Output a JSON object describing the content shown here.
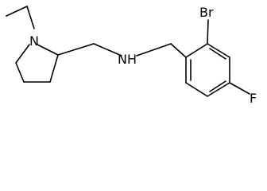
{
  "molecule": {
    "atoms": {
      "nitrogen_ring": "N",
      "nitrogen_amine": "NH",
      "bromine": "Br",
      "fluorine": "F"
    },
    "colors": {
      "bond": "#000000",
      "label": "#000000",
      "background": "#ffffff"
    }
  }
}
